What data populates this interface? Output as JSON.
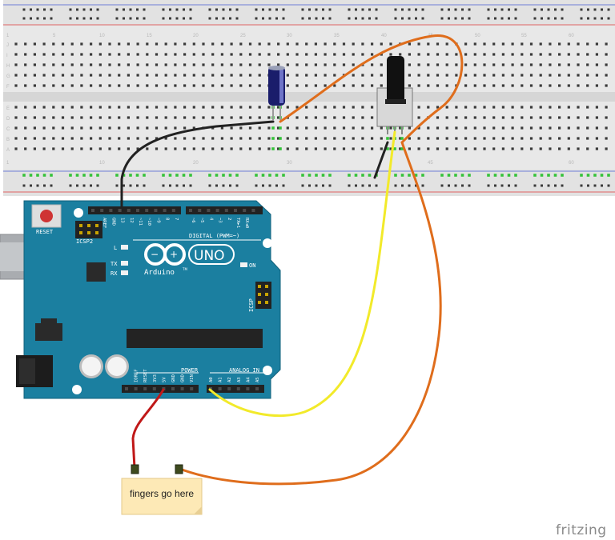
{
  "sticky_note": {
    "text": "fingers go here"
  },
  "watermark": {
    "text": "fritzing"
  },
  "breadboard": {
    "column_numbers": [
      "1",
      "5",
      "10",
      "15",
      "20",
      "25",
      "30",
      "35",
      "40",
      "45",
      "50",
      "55",
      "60"
    ],
    "rows_top": [
      "J",
      "I",
      "H",
      "G",
      "F"
    ],
    "rows_bottom": [
      "E",
      "D",
      "C",
      "B",
      "A"
    ]
  },
  "arduino": {
    "logo_text": "UNO",
    "brand": "Arduino",
    "trademark": "TM",
    "reset_label": "RESET",
    "icsp2_label": "ICSP2",
    "icsp_label": "ICSP",
    "digital_label": "DIGITAL (PWM=~)",
    "power_label": "POWER",
    "analog_label": "ANALOG IN",
    "led_l": "L",
    "led_tx": "TX",
    "led_rx": "RX",
    "led_on": "ON",
    "top_header_pins": [
      "AREF",
      "GND",
      "13",
      "12",
      "~11",
      "~10",
      "~9",
      "8",
      "7",
      "~6",
      "~5",
      "4",
      "~3",
      "2",
      "TX►1",
      "RX◄0"
    ],
    "power_pins": [
      "IOREF",
      "RESET",
      "3V3",
      "5V",
      "GND",
      "GND",
      "VIN"
    ],
    "analog_pins": [
      "A0",
      "A1",
      "A2",
      "A3",
      "A4",
      "A5"
    ]
  },
  "colors": {
    "board": "#1b7fa0",
    "breadboard": "#e6e6e6",
    "wire_black": "#222222",
    "wire_orange": "#df6d1c",
    "wire_yellow": "#f2ea2a",
    "wire_red": "#c01818",
    "note": "#fde9b6"
  }
}
